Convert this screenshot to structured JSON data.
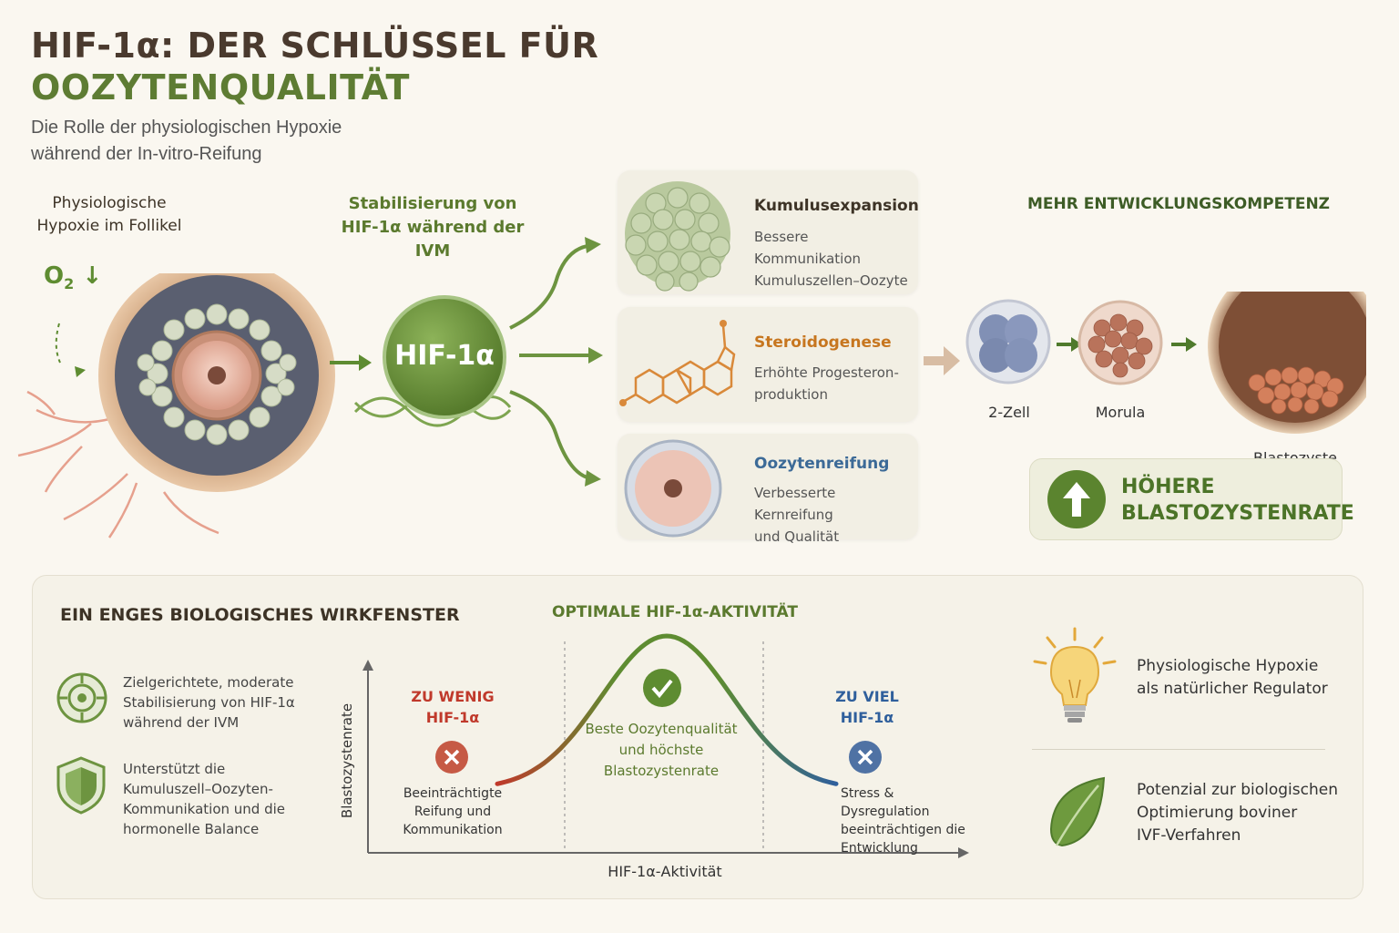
{
  "header": {
    "title_line1": "HIF-1α: DER SCHLÜSSEL FÜR",
    "title_line2": "OOZYTENQUALITÄT",
    "subtitle_line1": "Die Rolle der physiologischen Hypoxie",
    "subtitle_line2": "während der In-vitro-Reifung"
  },
  "follicle": {
    "label_line1": "Physiologische",
    "label_line2": "Hypoxie im Follikel",
    "o2_text": "O",
    "o2_sub": "2",
    "o2_arrow": "↓"
  },
  "hif": {
    "label_line1": "Stabilisierung von",
    "label_line2": "HIF-1α während der IVM",
    "circle_text": "HIF-1α"
  },
  "cards": [
    {
      "title": "Kumulusexpansion",
      "desc_line1": "Bessere Kommunikation",
      "desc_line2": "Kumuluszellen–Oozyte",
      "color": "#3d3326"
    },
    {
      "title": "Steroidogenese",
      "desc_line1": "Erhöhte Progesteron-",
      "desc_line2": "produktion",
      "color": "#c7761f"
    },
    {
      "title": "Oozytenreifung",
      "desc_line1": "Verbesserte Kernreifung",
      "desc_line2": "und Qualität",
      "color": "#3c6a97"
    }
  ],
  "competence": {
    "heading": "MEHR ENTWICKLUNGSKOMPETENZ",
    "stage1": "2-Zell",
    "stage2": "Morula",
    "stage3": "Blastozyste",
    "badge_line1": "HÖHERE",
    "badge_line2": "BLASTOZYSTENRATE"
  },
  "window": {
    "heading": "EIN ENGES BIOLOGISCHES WIRKFENSTER",
    "point1_line1": "Zielgerichtete, moderate",
    "point1_line2": "Stabilisierung von HIF-1α",
    "point1_line3": "während der IVM",
    "point2_line1": "Unterstützt die",
    "point2_line2": "Kumuluszell–Oozyten-",
    "point2_line3": "Kommunikation und die",
    "point2_line4": "hormonelle Balance"
  },
  "chart_data": {
    "type": "line",
    "title": "OPTIMALE HIF-1α-AKTIVITÄT",
    "xlabel": "HIF-1α-Aktivität",
    "ylabel": "Blastozystenrate",
    "low_title_line1": "ZU WENIG",
    "low_title_line2": "HIF-1α",
    "low_desc_line1": "Beeinträchtigte",
    "low_desc_line2": "Reifung und",
    "low_desc_line3": "Kommunikation",
    "mid_desc_line1": "Beste Oozytenqualität",
    "mid_desc_line2": "und höchste",
    "mid_desc_line3": "Blastozystenrate",
    "high_title_line1": "ZU VIEL",
    "high_title_line2": "HIF-1α",
    "high_desc_line1": "Stress & Dysregulation",
    "high_desc_line2": "beeinträchtigen die",
    "high_desc_line3": "Entwicklung",
    "colors": {
      "low": "#c0392b",
      "optimal": "#5e8c31",
      "high": "#2f5f9c"
    }
  },
  "side": {
    "item1_line1": "Physiologische Hypoxie",
    "item1_line2": "als natürlicher Regulator",
    "item2_line1": "Potenzial zur biologischen",
    "item2_line2": "Optimierung boviner",
    "item2_line3": "IVF-Verfahren"
  }
}
